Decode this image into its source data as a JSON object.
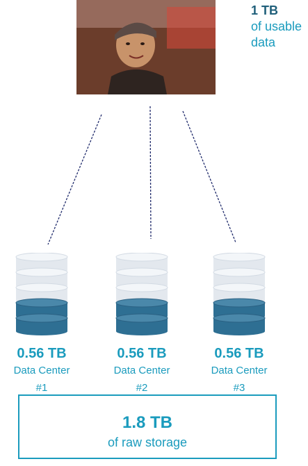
{
  "usable": {
    "amount": "1 TB",
    "desc": "of usable data"
  },
  "data_centers": [
    {
      "amount": "0.56 TB",
      "label": "Data Center\n#1",
      "fill_fraction": 0.4
    },
    {
      "amount": "0.56 TB",
      "label": "Data Center\n#2",
      "fill_fraction": 0.4
    },
    {
      "amount": "0.56 TB",
      "label": "Data Center\n#3",
      "fill_fraction": 0.4
    }
  ],
  "raw": {
    "amount": "1.8 TB",
    "desc": "of raw storage"
  },
  "colors": {
    "accent": "#1a9bbd",
    "dark_text": "#1f5f7a",
    "connector": "#1f2a6b",
    "db_filled": "#2e6f93",
    "db_empty": "#e3e8ee"
  }
}
